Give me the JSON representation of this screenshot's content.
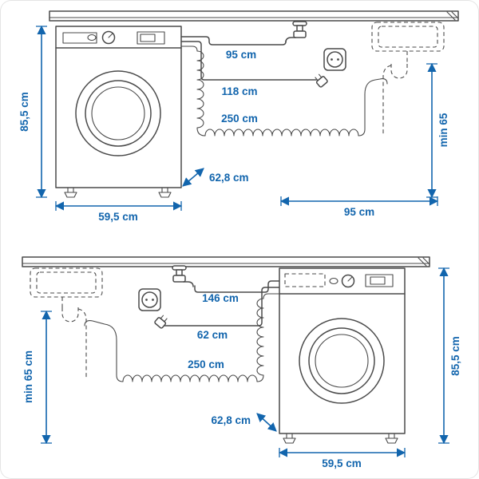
{
  "colors": {
    "dimension_blue": "#1265ad",
    "line_gray": "#4a4a4a"
  },
  "top": {
    "height": "85,5 cm",
    "width": "59,5 cm",
    "depth": "62,8 cm",
    "supply": "95 cm",
    "cord": "118 cm",
    "drain": "250 cm",
    "min_height": "min 65",
    "clearance": "95 cm"
  },
  "bottom": {
    "height": "85,5 cm",
    "width": "59,5 cm",
    "depth": "62,8 cm",
    "supply": "146 cm",
    "cord": "62 cm",
    "drain": "250 cm",
    "min_height": "min 65 cm"
  }
}
